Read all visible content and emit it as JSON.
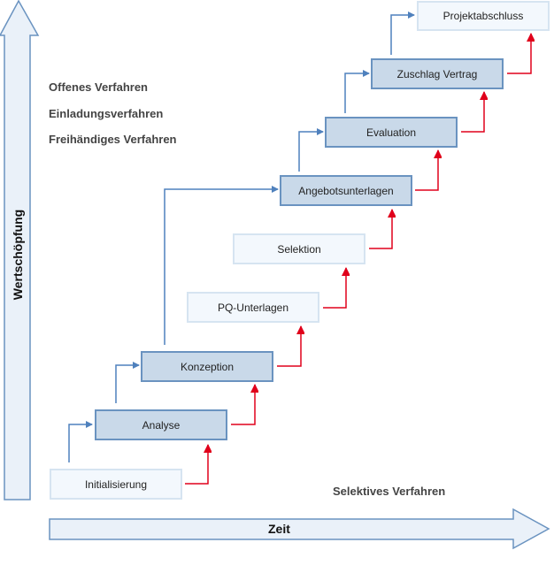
{
  "procedures": [
    "Offenes Verfahren",
    "Einladungsverfahren",
    "Freihändiges Verfahren"
  ],
  "selective": "Selektives Verfahren",
  "axes": {
    "y": "Wertschöpfung",
    "x": "Zeit"
  },
  "steps": [
    "Initialisierung",
    "Analyse",
    "Konzeption",
    "PQ-Unterlagen",
    "Selektion",
    "Angebotsunterlagen",
    "Evaluation",
    "Zuschlag Vertrag",
    "Projektabschluss"
  ],
  "colors": {
    "blue": "#4f81bd",
    "red": "#e0001b",
    "box_dark": "#c9d9e9",
    "box_light": "#f3f8fd"
  }
}
